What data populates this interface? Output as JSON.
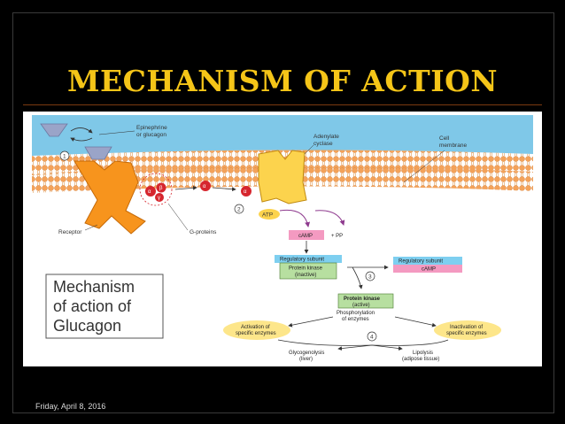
{
  "slide": {
    "title": "MECHANISM OF ACTION",
    "date": "Friday, April 8, 2016"
  },
  "diagram": {
    "labels": {
      "epinephrine": [
        "Epinephrine",
        "or glucagon"
      ],
      "adenylate": [
        "Adenylate",
        "cyclase"
      ],
      "cell_membrane": [
        "Cell",
        "membrane"
      ],
      "receptor": "Receptor",
      "g_proteins": "G-proteins",
      "atp": "ATP",
      "camp": "cAMP",
      "pp": "+ PP",
      "alpha": "α",
      "beta": "β",
      "gamma": "γ",
      "step1": "1",
      "step2": "2",
      "step3": "3",
      "step4": "4",
      "reg_subunit_left": "Regulatory subunit",
      "pk_inactive": [
        "Protein kinase",
        "(inactive)"
      ],
      "reg_subunit_right": "Regulatory subunit",
      "camp_right": "cAMP",
      "pk_active": [
        "Protein kinase",
        "(active)"
      ],
      "phosphorylation": [
        "Phosphorylation",
        "of enzymes"
      ],
      "activation": [
        "Activation of",
        "specific enzymes"
      ],
      "inactivation": [
        "Inactivation of",
        "specific enzymes"
      ],
      "glycogenolysis": [
        "Glycogenolysis",
        "(liver)"
      ],
      "lipolysis": [
        "Lipolysis",
        "(adipose tissue)"
      ],
      "caption": [
        "Mechanism",
        "of action of",
        "Glucagon"
      ]
    },
    "colors": {
      "membrane_blue": "#7fc8e8",
      "lipid_head": "#f4a259",
      "receptor": "#f7941d",
      "ligand": "#9aa4c8",
      "gprotein": "#d6262e",
      "camp_box": "#f49ac1",
      "reg_box": "#7ecff0",
      "pk_box": "#b7dfa0",
      "enzyme_oval": "#fde68a",
      "title": "#f5c518"
    }
  }
}
